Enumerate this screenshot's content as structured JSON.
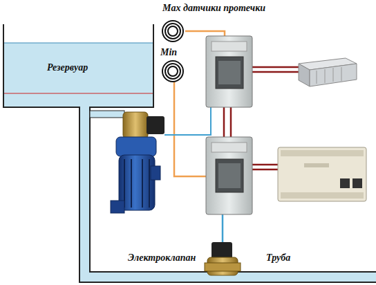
{
  "diagram": {
    "nodes": [
      {
        "text": [
          "Резервуар"
        ]
      },
      {
        "text": [
          "Max датчики протечки"
        ]
      },
      {
        "text": [
          "Min"
        ]
      },
      {
        "text": [
          "Электроклапан"
        ]
      }
    ],
    "labels": [
      "Труба"
    ]
  }
}
